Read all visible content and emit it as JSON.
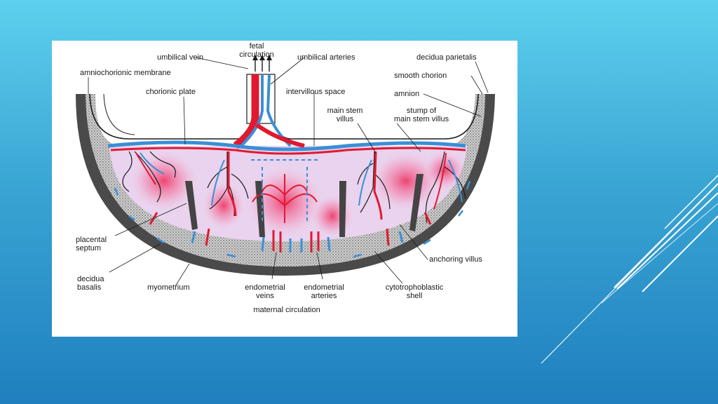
{
  "colors": {
    "background_top": "#5dd0ee",
    "background_bottom": "#1f7fbf",
    "panel": "#ffffff",
    "artery": "#e0192f",
    "vein": "#3a8fd6",
    "maternal_blood": "#f3a9c9",
    "decidua": "#9a9a9a"
  },
  "labels": {
    "fetal_circulation": "fetal\ncirculation",
    "umbilical_vein": "umbilical vein",
    "umbilical_arteries": "umbilical arteries",
    "decidua_parietalis": "decidua parietalis",
    "amniochorionic_membrane": "amniochorionic membrane",
    "smooth_chorion": "smooth chorion",
    "chorionic_plate": "chorionic plate",
    "intervillous_space": "intervillous space",
    "amnion": "amnion",
    "main_stem_villus": "main stem\nvillus",
    "stump_main_stem_villus": "stump of\nmain stem villus",
    "placental_septum": "placental\nseptum",
    "anchoring_villus": "anchoring villus",
    "decidua_basalis": "decidua\nbasalis",
    "myometrium": "myometrium",
    "endometrial_veins": "endometrial\nveins",
    "endometrial_arteries": "endometrial\narteries",
    "cytotrophoblastic_shell": "cytotrophoblastic\nshell",
    "maternal_circulation": "maternal circulation"
  }
}
